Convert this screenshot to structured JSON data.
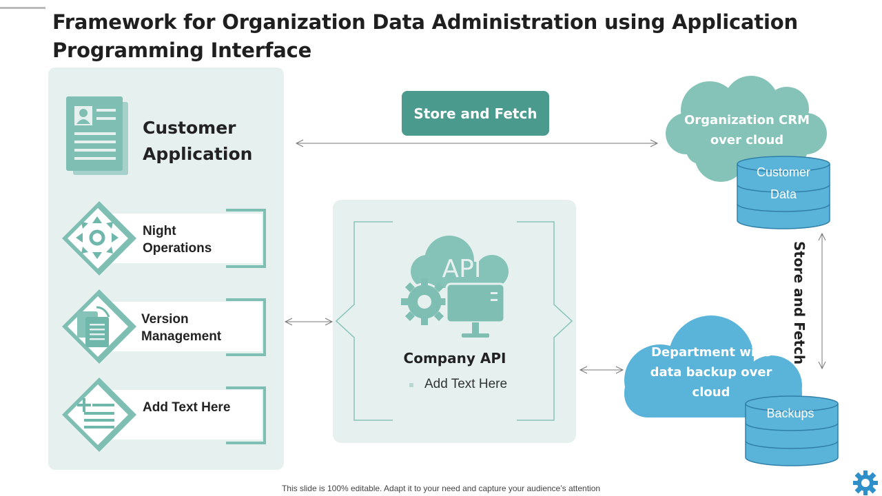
{
  "title": "Framework for Organization Data Administration using Application Programming Interface",
  "customer_application": {
    "title": "Customer Application"
  },
  "features": [
    {
      "label": "Night Operations",
      "icon": "gear-arrows-icon"
    },
    {
      "label": "Version Management",
      "icon": "stacked-documents-icon"
    },
    {
      "label": "Add Text Here",
      "icon": "plus-list-icon"
    }
  ],
  "api": {
    "title": "Company API",
    "bullet": "Add Text Here",
    "icon_text": "API"
  },
  "store_fetch_top": "Store and Fetch",
  "store_fetch_vertical": "Store and Fetch",
  "crm_cloud": {
    "label": "Organization CRM over cloud",
    "db_line1": "Customer",
    "db_line2": "Data"
  },
  "backup_cloud": {
    "label": "Department wise data backup over cloud",
    "db_label": "Backups"
  },
  "footer": "This slide is 100% editable. Adapt it to your need and capture your audience’s attention",
  "colors": {
    "teal": "#6fb7ab",
    "teal_dark": "#4a9a8e",
    "teal_light": "#85c3b8",
    "panel": "#e6f1ef",
    "blue": "#5ab3d8"
  }
}
